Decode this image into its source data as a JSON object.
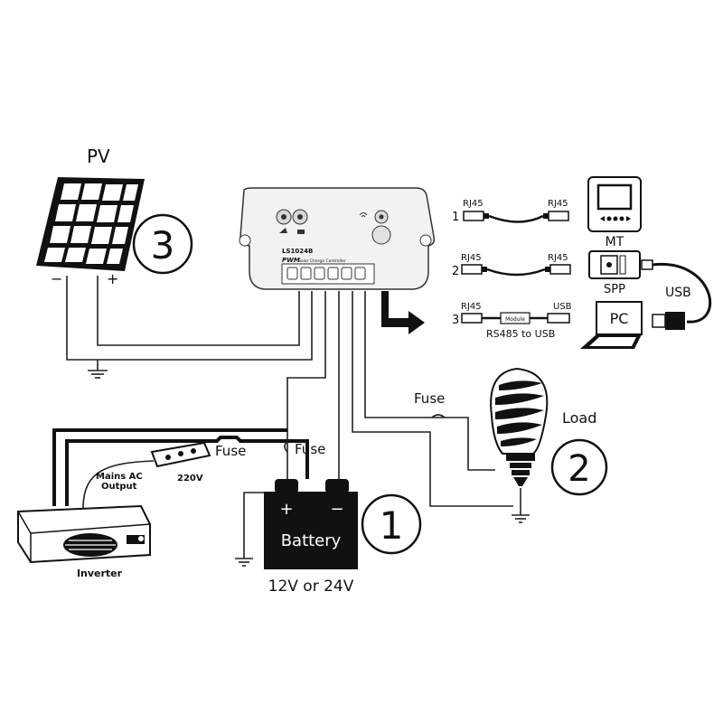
{
  "pv": {
    "label": "PV",
    "minus": "−",
    "plus": "+",
    "number": "3"
  },
  "controller": {
    "model": "LS1024B",
    "pwm": "PWM",
    "subtitle": "Solar Charge Controller"
  },
  "comm": {
    "row1": {
      "num": "1",
      "left": "RJ45",
      "right": "RJ45"
    },
    "row2": {
      "num": "2",
      "left": "RJ45",
      "right": "RJ45"
    },
    "row3": {
      "num": "3",
      "left": "RJ45",
      "right": "USB",
      "module": "Module",
      "caption": "RS485 to USB"
    }
  },
  "devices": {
    "mt": "MT",
    "spp": "SPP",
    "pc": "PC",
    "usb": "USB"
  },
  "load": {
    "label": "Load",
    "fuse": "Fuse",
    "number": "2"
  },
  "battery": {
    "label": "Battery",
    "plus": "+",
    "minus": "−",
    "voltage": "12V or 24V",
    "number": "1",
    "fuse": "Fuse"
  },
  "inverter": {
    "label": "Inverter",
    "mains": "Mains AC",
    "output": "Output",
    "voltage": "220V",
    "fuse": "Fuse"
  }
}
